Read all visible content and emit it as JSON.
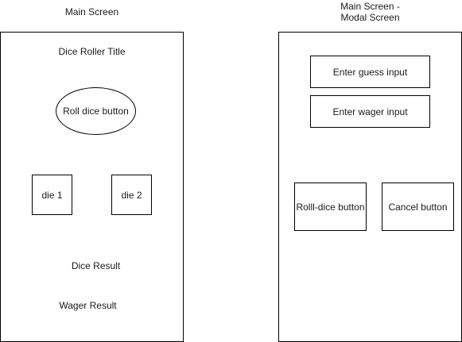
{
  "main_screen": {
    "caption": "Main Screen",
    "title_text": "Dice Roller Title",
    "roll_button": "Roll dice button",
    "die_1": "die 1",
    "die_2": "die 2",
    "dice_result": "Dice Result",
    "wager_result": "Wager Result"
  },
  "modal_screen": {
    "caption_line1": "Main Screen -",
    "caption_line2": "Modal Screen",
    "guess_input": "Enter guess input",
    "wager_input": "Enter wager input",
    "roll_button": "Rolll-dice button",
    "cancel_button": "Cancel button"
  }
}
